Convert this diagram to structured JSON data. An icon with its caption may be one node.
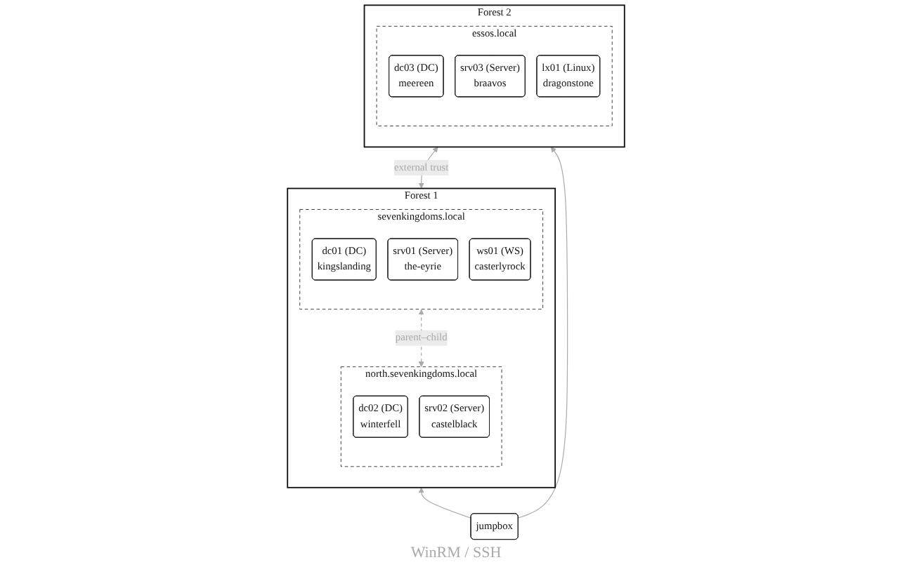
{
  "diagram": {
    "nodes": [
      {
        "text": [
          "Forest 1"
        ]
      },
      {
        "text": [
          "sevenkingdoms.local"
        ],
        "in": 0
      },
      {
        "text": [
          "dc01 (DC)",
          "kingslanding"
        ],
        "in": 1
      },
      {
        "text": [
          "srv01 (Server)",
          "the-eyrie"
        ],
        "in": 1
      },
      {
        "text": [
          "ws01 (WS)",
          "casterlyrock"
        ],
        "in": 1
      },
      {
        "text": [
          "north.sevenkingdoms.local"
        ],
        "in": 0
      },
      {
        "text": [
          "dc02 (DC)",
          "winterfell"
        ],
        "in": 5
      },
      {
        "text": [
          "srv02 (Server)",
          "castelblack"
        ],
        "in": 5
      },
      {
        "text": [
          "Forest 2"
        ]
      },
      {
        "text": [
          "essos.local"
        ],
        "in": 8
      },
      {
        "text": [
          "dc03 (DC)",
          "meereen"
        ],
        "in": 9
      },
      {
        "text": [
          "srv03 (Server)",
          "braavos"
        ],
        "in": 9
      },
      {
        "text": [
          "lx01 (Linux)",
          "dragonstone"
        ],
        "in": 9
      },
      {
        "text": [
          "jumpbox"
        ],
        "beside": [
          "WinRM / SSH"
        ]
      }
    ],
    "edges": [
      {
        "from": 1,
        "to": 5,
        "arrow": "both",
        "label": "parent–child",
        "style": "dashed"
      },
      {
        "from": 0,
        "to": 8,
        "arrow": "both",
        "label": "external trust"
      },
      {
        "from": 13,
        "to": 0,
        "arrow": "to"
      },
      {
        "from": 13,
        "to": 8,
        "arrow": "to"
      }
    ]
  }
}
